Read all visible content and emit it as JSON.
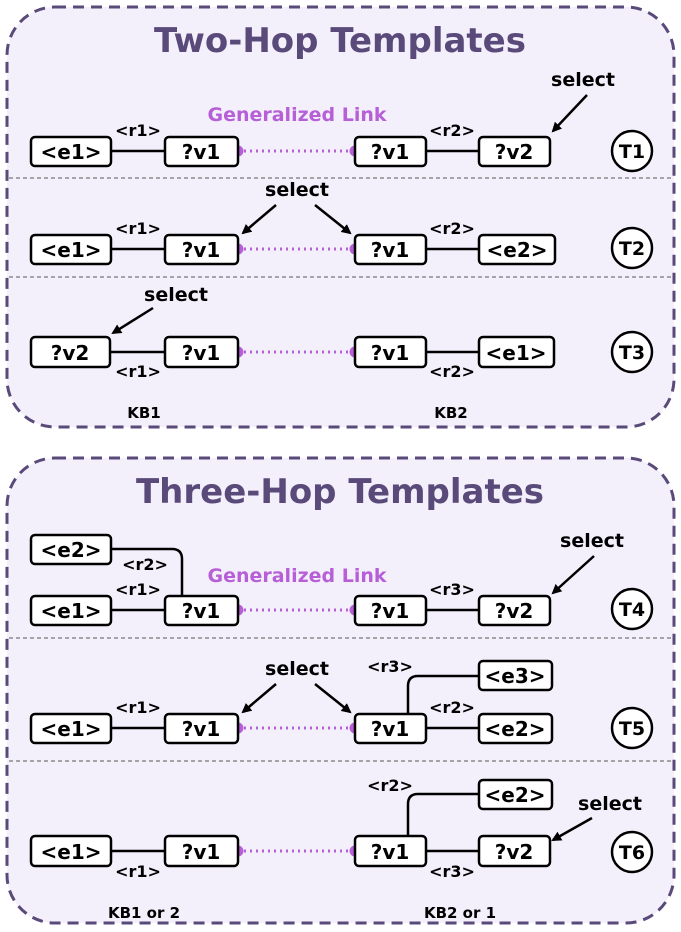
{
  "panels": [
    {
      "title": "Two-Hop Templates",
      "generalized_link": "Generalized Link",
      "kb_left": "KB1",
      "kb_right": "KB2",
      "templates": [
        {
          "id": "T1",
          "nodes": [
            "<e1>",
            "?v1",
            "?v1",
            "?v2"
          ],
          "relations": [
            "<r1>",
            "<r2>"
          ],
          "select": "select"
        },
        {
          "id": "T2",
          "nodes": [
            "<e1>",
            "?v1",
            "?v1",
            "<e2>"
          ],
          "relations": [
            "<r1>",
            "<r2>"
          ],
          "select": "select"
        },
        {
          "id": "T3",
          "nodes": [
            "?v2",
            "?v1",
            "?v1",
            "<e1>"
          ],
          "relations": [
            "<r1>",
            "<r2>"
          ],
          "select": "select"
        }
      ]
    },
    {
      "title": "Three-Hop Templates",
      "generalized_link": "Generalized Link",
      "kb_left": "KB1 or 2",
      "kb_right": "KB2 or 1",
      "templates": [
        {
          "id": "T4",
          "nodes": [
            "<e2>",
            "<e1>",
            "?v1",
            "?v1",
            "?v2"
          ],
          "relations": [
            "<r2>",
            "<r1>",
            "<r3>"
          ],
          "select": "select"
        },
        {
          "id": "T5",
          "nodes": [
            "<e1>",
            "?v1",
            "?v1",
            "<e3>",
            "<e2>"
          ],
          "relations": [
            "<r1>",
            "<r3>",
            "<r2>"
          ],
          "select": "select"
        },
        {
          "id": "T6",
          "nodes": [
            "<e1>",
            "?v1",
            "?v1",
            "<e2>",
            "?v2"
          ],
          "relations": [
            "<r1>",
            "<r2>",
            "<r3>"
          ],
          "select": "select"
        }
      ]
    }
  ],
  "colors": {
    "panel_fill": "#f3f0fc",
    "panel_border": "#5a4a7a",
    "title": "#5a4a7a",
    "generalized_link": "#b65fd6"
  }
}
